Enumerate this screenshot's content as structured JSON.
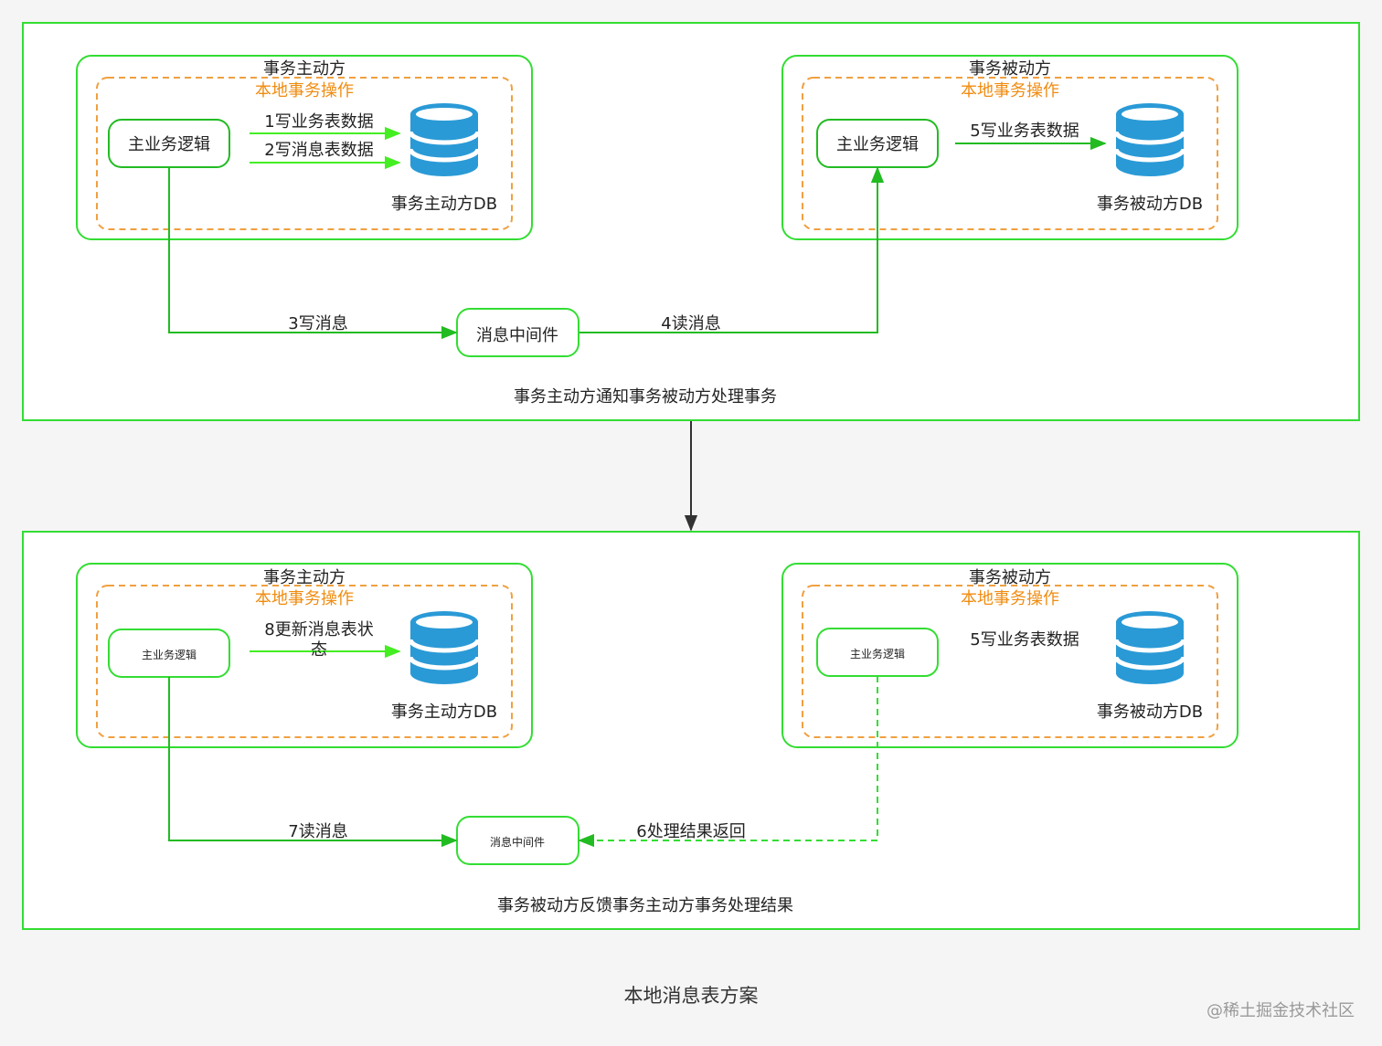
{
  "colors": {
    "green": "#33dd33",
    "arrow_green": "#44ee22",
    "orange": "#f0a040",
    "orange_text": "#f08c10",
    "db_blue": "#2a9ad6",
    "dark_arrow": "#333333"
  },
  "top": {
    "caption": "事务主动方通知事务被动方处理事务",
    "initiator": {
      "title": "事务主动方",
      "local_tx": "本地事务操作",
      "logic": "主业务逻辑",
      "step1": "1写业务表数据",
      "step2": "2写消息表数据",
      "db": "事务主动方DB"
    },
    "passive": {
      "title": "事务被动方",
      "local_tx": "本地事务操作",
      "logic": "主业务逻辑",
      "step5": "5写业务表数据",
      "db": "事务被动方DB"
    },
    "mq": "消息中间件",
    "step3": "3写消息",
    "step4": "4读消息"
  },
  "bottom": {
    "caption": "事务被动方反馈事务主动方事务处理结果",
    "initiator": {
      "title": "事务主动方",
      "local_tx": "本地事务操作",
      "logic": "主业务逻辑",
      "step8_line1": "8更新消息表状",
      "step8_line2": "态",
      "db": "事务主动方DB"
    },
    "passive": {
      "title": "事务被动方",
      "local_tx": "本地事务操作",
      "logic": "主业务逻辑",
      "step5": "5写业务表数据",
      "db": "事务被动方DB"
    },
    "mq": "消息中间件",
    "step7": "7读消息",
    "step6": "6处理结果返回"
  },
  "figure_caption": "本地消息表方案",
  "watermark": "@稀土掘金技术社区"
}
